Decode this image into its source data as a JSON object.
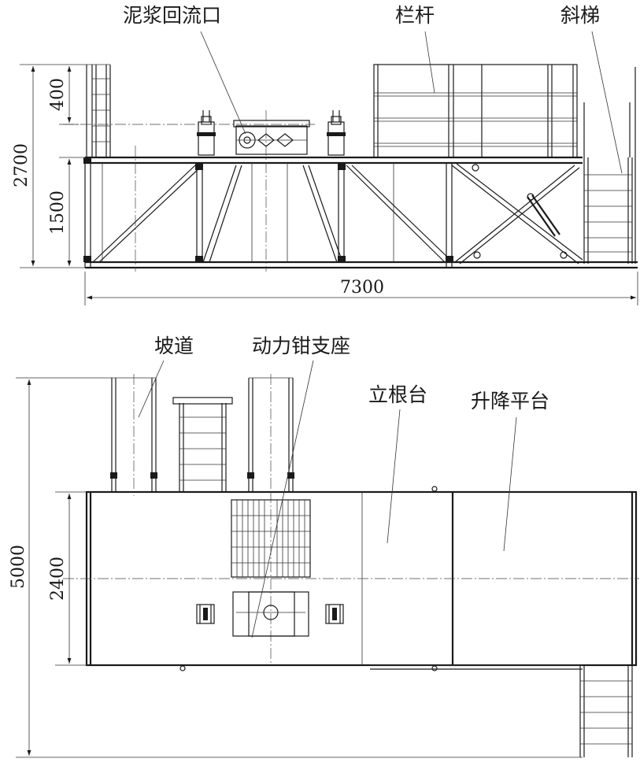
{
  "labels": {
    "mud_return": "泥浆回流口",
    "railing": "栏杆",
    "stair": "斜梯",
    "ramp": "坡道",
    "tong_support": "动力钳支座",
    "pipe_rack": "立根台",
    "lift_platform": "升降平台"
  },
  "dimensions": {
    "top_total_height": "2700",
    "railing_height": "400",
    "frame_height": "1500",
    "total_length": "7300",
    "plan_total_width": "5000",
    "plan_platform_width": "2400"
  }
}
